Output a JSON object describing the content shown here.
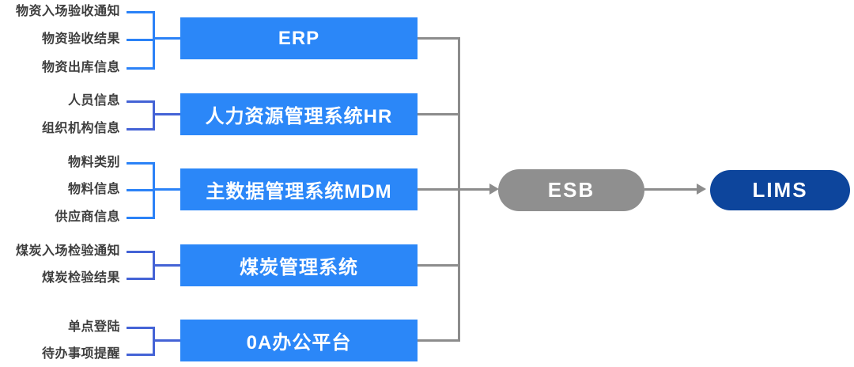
{
  "palette": {
    "system_box_blue": "#2b87f8",
    "bracket_bright_blue": "#2b82f7",
    "bracket_indigo_blue": "#4463d6",
    "connector_gray": "#8c8c8c",
    "esb_pill_gray": "#8f8f8f",
    "lims_pill_blue": "#0d459c",
    "input_label_text": "#3e3e3e",
    "box_text": "#ffffff"
  },
  "groups": [
    {
      "system": "ERP",
      "inputs": [
        "物资入场验收通知",
        "物资验收结果",
        "物资出库信息"
      ]
    },
    {
      "system": "人力资源管理系统HR",
      "inputs": [
        "人员信息",
        "组织机构信息"
      ]
    },
    {
      "system": "主数据管理系统MDM",
      "inputs": [
        "物料类别",
        "物料信息",
        "供应商信息"
      ]
    },
    {
      "system": "煤炭管理系统",
      "inputs": [
        "煤炭入场检验通知",
        "煤炭检验结果"
      ]
    },
    {
      "system": "0A办公平台",
      "inputs": [
        "单点登陆",
        "待办事项提醒"
      ]
    }
  ],
  "hub": {
    "label": "ESB"
  },
  "target": {
    "label": "LIMS"
  }
}
